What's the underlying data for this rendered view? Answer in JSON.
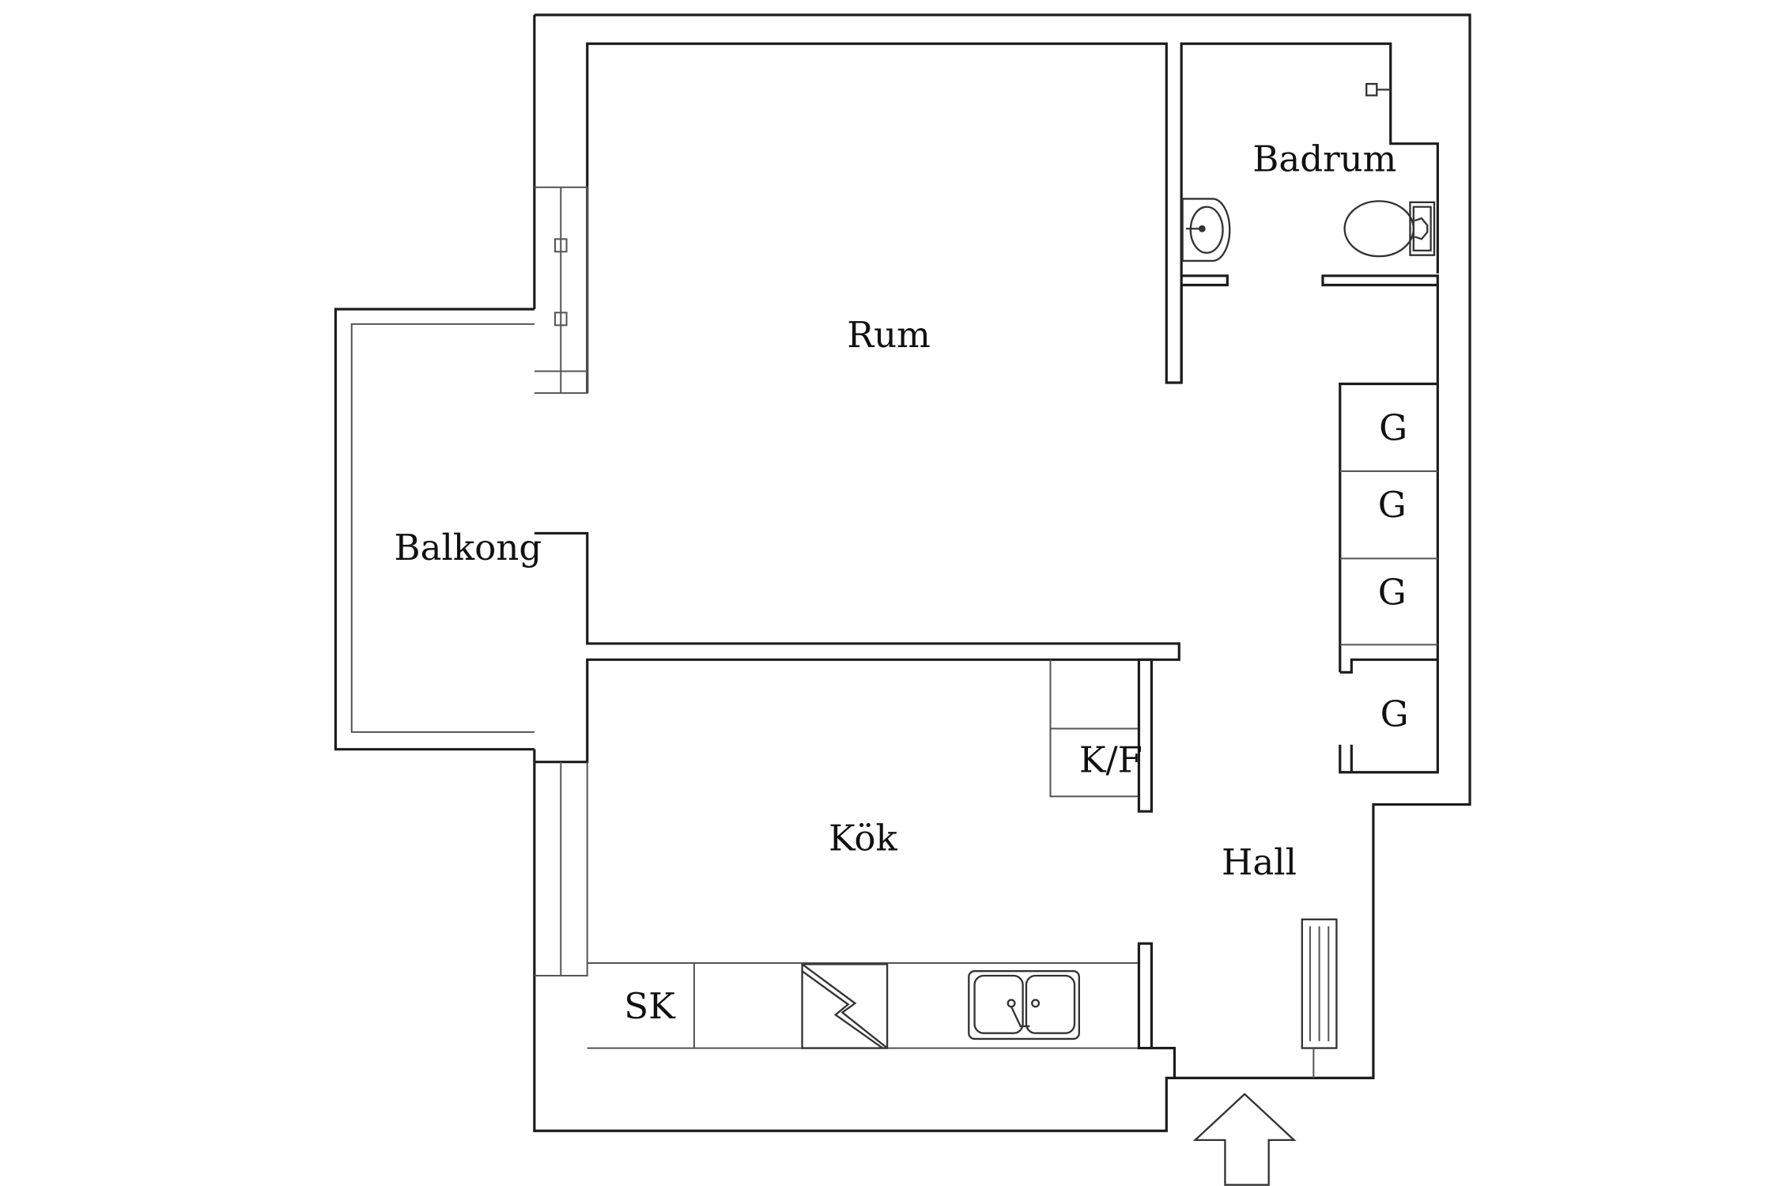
{
  "rooms": {
    "rum": "Rum",
    "badrum": "Badrum",
    "balkong": "Balkong",
    "kok": "Kök",
    "hall": "Hall"
  },
  "fixtures": {
    "wardrobe_label": "G",
    "fridge_freezer": "K/F",
    "cabinet": "SK"
  }
}
